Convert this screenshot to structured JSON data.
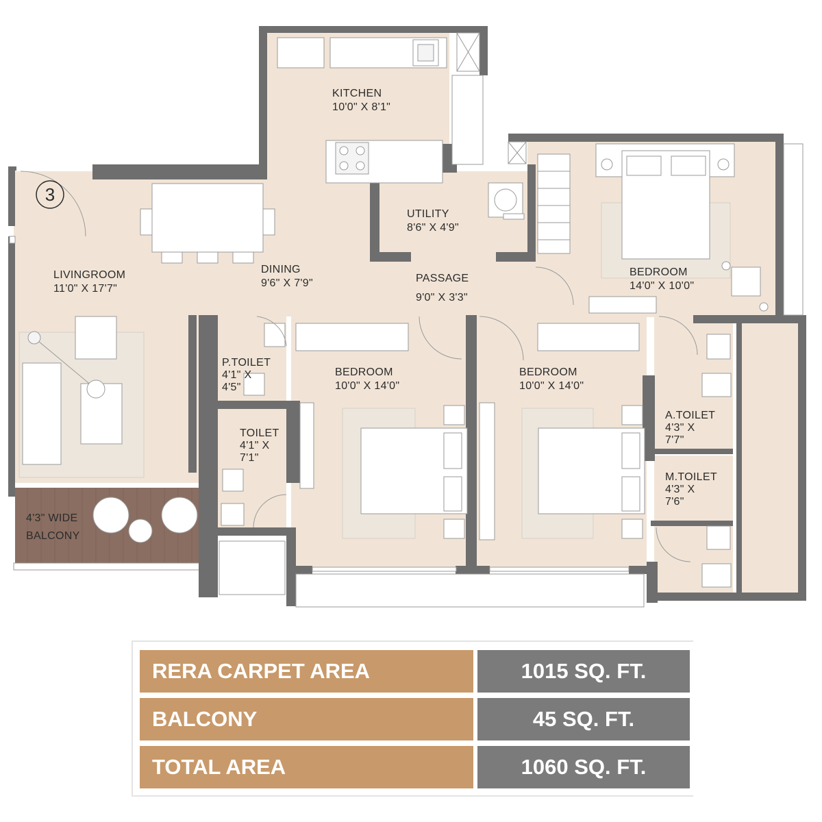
{
  "unit_number": "3",
  "rooms": [
    {
      "id": "kitchen",
      "name": "KITCHEN",
      "size": "10'0\" X 8'1\""
    },
    {
      "id": "utility",
      "name": "UTILITY",
      "size": "8'6\" X 4'9\""
    },
    {
      "id": "livingroom",
      "name": "LIVINGROOM",
      "size": "11'0\" X 17'7\""
    },
    {
      "id": "dining",
      "name": "DINING",
      "size": "9'6\" X 7'9\""
    },
    {
      "id": "passage",
      "name": "PASSAGE",
      "size": "9'0\" X 3'3\""
    },
    {
      "id": "master-bedroom",
      "name": "BEDROOM",
      "size": "14'0\" X 10'0\""
    },
    {
      "id": "p-toilet",
      "name": "P.TOILET",
      "size_w": "4'1\" X",
      "size_h": "4'5\""
    },
    {
      "id": "toilet",
      "name": "TOILET",
      "size_w": "4'1\" X",
      "size_h": "7'1\""
    },
    {
      "id": "bedroom-2",
      "name": "BEDROOM",
      "size": "10'0\" X 14'0\""
    },
    {
      "id": "bedroom-3",
      "name": "BEDROOM",
      "size": "10'0\" X 14'0\""
    },
    {
      "id": "a-toilet",
      "name": "A.TOILET",
      "size_w": "4'3\" X",
      "size_h": "7'7\""
    },
    {
      "id": "m-toilet",
      "name": "M.TOILET",
      "size_w": "4'3\" X",
      "size_h": "7'6\""
    },
    {
      "id": "balcony",
      "name": "4'3\" WIDE",
      "size": "BALCONY"
    }
  ],
  "area_table": [
    {
      "label": "RERA CARPET AREA",
      "value": "1015 SQ. FT."
    },
    {
      "label": "BALCONY",
      "value": "45 SQ. FT."
    },
    {
      "label": "TOTAL AREA",
      "value": "1060 SQ. FT."
    }
  ],
  "colors": {
    "floor": "#f1e4d6",
    "wall": "#6e6e6e",
    "balcony_deck": "#8a6e62",
    "table_label_bg": "#c8996a",
    "table_value_bg": "#7b7b7b"
  }
}
